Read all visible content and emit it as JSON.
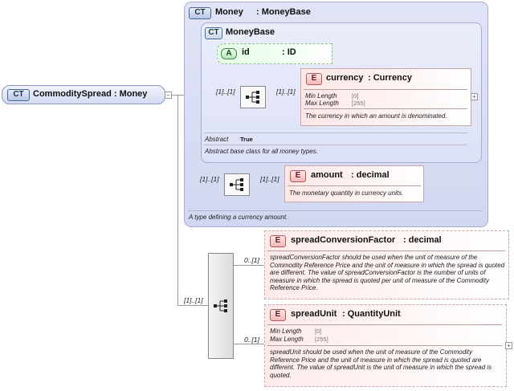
{
  "root": {
    "badge": "CT",
    "label": "CommoditySpread : Money"
  },
  "money": {
    "badge": "CT",
    "name": "Money",
    "base": ": MoneyBase",
    "description": "A type defining a currency amount."
  },
  "money_base": {
    "badge": "CT",
    "name": "MoneyBase",
    "abstract_label": "Abstract",
    "abstract_value": "True",
    "description": "Abstract base class for all money types."
  },
  "attr_id": {
    "badge": "A",
    "name": "id",
    "type": ": ID"
  },
  "currency": {
    "badge": "E",
    "name": "currency",
    "type": ": Currency",
    "facet1_label": "Min Length",
    "facet1_value": "[0]",
    "facet2_label": "Max Length",
    "facet2_value": "[255]",
    "description": "The currency in which an amount is denominated."
  },
  "amount": {
    "badge": "E",
    "name": "amount",
    "type": ": decimal",
    "description": "The monetary quantity in currency units."
  },
  "spread_factor": {
    "badge": "E",
    "name": "spreadConversionFactor",
    "type": ": decimal",
    "description": "spreadConversionFactor should be used when the unit of measure of the Commodity Reference Price and the unit of measure in which the spread is quoted are different. The value of spreadConversionFactor is the number of units of measure in which the spread is quoted per unit of measure of the Commodity Reference Price."
  },
  "spread_unit": {
    "badge": "E",
    "name": "spreadUnit",
    "type": ": QuantityUnit",
    "facet1_label": "Min Length",
    "facet1_value": "[0]",
    "facet2_label": "Max Length",
    "facet2_value": "[255]",
    "description": "spreadUnit should be used when the unit of measure of the Commodity Reference Price and the unit of measure in which the spread is quoted are different. The value of spreadUnit is the unit of measure in which the spread is quoted."
  },
  "multiplicity": {
    "seq_base": "[1]..[1]",
    "currency": "[1]..[1]",
    "seq_money": "[1]..[1]",
    "amount": "[1]..[1]",
    "seq_root": "[1]..[1]",
    "spread_factor": "0..[1]",
    "spread_unit": "0..[1]"
  },
  "icons": {
    "expand": "+",
    "collapse": "−"
  },
  "colors": {
    "ct_outer": "#dcdff5",
    "ct_inner": "#e4e7f8",
    "element": "#ffe6e6",
    "attribute": "#e8ffe8"
  }
}
